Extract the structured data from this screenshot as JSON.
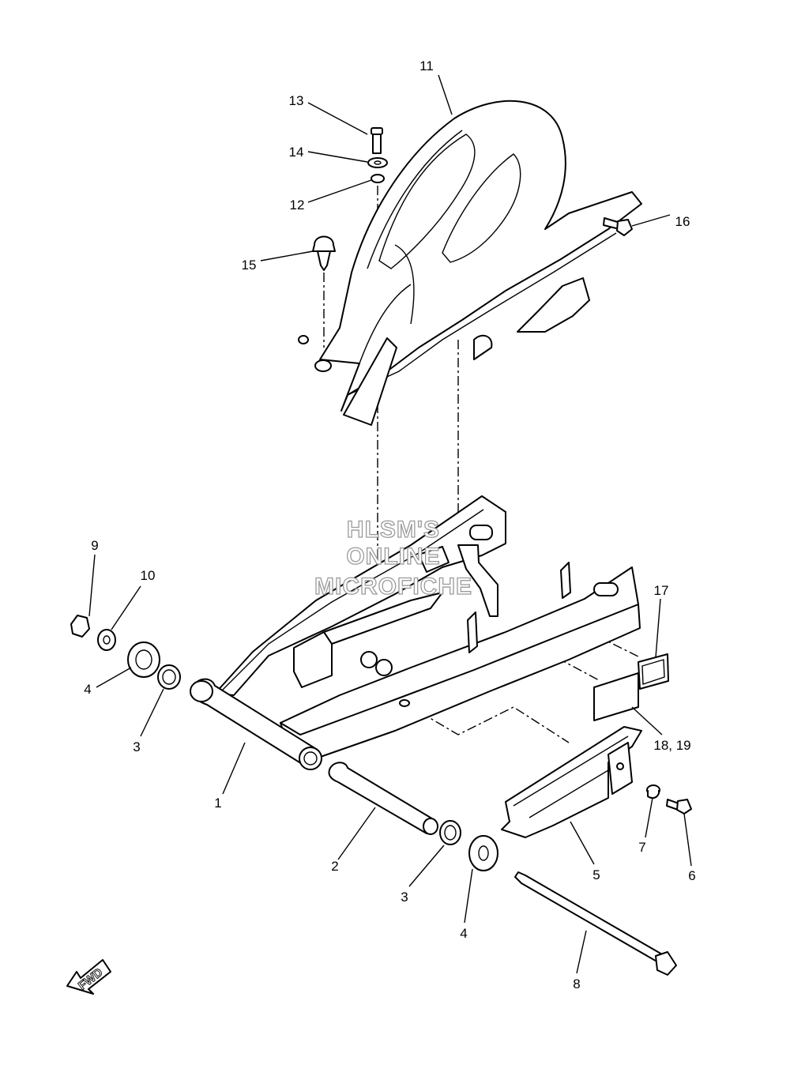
{
  "watermark": {
    "line1": "HLSM'S",
    "line2": "ONLINE",
    "line3": "MICROFICHE"
  },
  "fwd_badge": "FWD",
  "callouts": {
    "c1": "1",
    "c2": "2",
    "c3a": "3",
    "c3b": "3",
    "c4a": "4",
    "c4b": "4",
    "c5": "5",
    "c6": "6",
    "c7": "7",
    "c8": "8",
    "c9": "9",
    "c10": "10",
    "c11": "11",
    "c12": "12",
    "c13": "13",
    "c14": "14",
    "c15": "15",
    "c16": "16",
    "c17": "17",
    "c1819": "18, 19"
  }
}
